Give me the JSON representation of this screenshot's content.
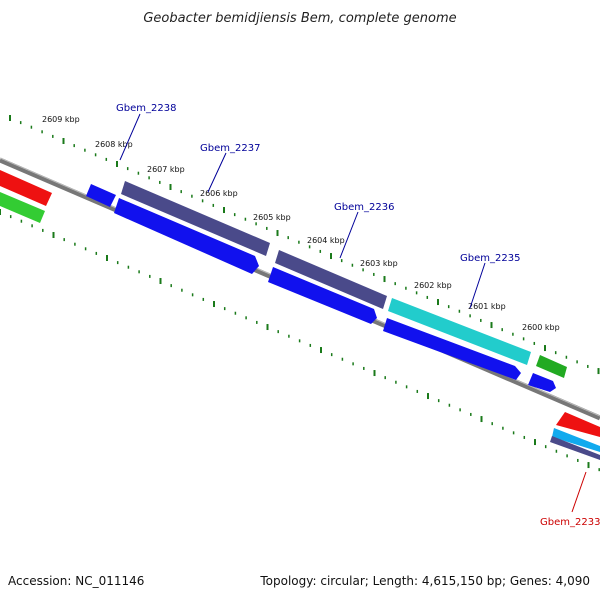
{
  "title": "Geobacter bemidjiensis Bem, complete genome",
  "accession": "Accession: NC_011146",
  "topology": "Topology: circular; Length: 4,615,150 bp; Genes: 4,090",
  "colors": {
    "backbone": "#777777",
    "tick": "#1a7a1a",
    "label_blue": "#000099",
    "label_red": "#cc0000"
  },
  "kbp_labels": [
    "2609 kbp",
    "2608 kbp",
    "2607 kbp",
    "2606 kbp",
    "2605 kbp",
    "2604 kbp",
    "2603 kbp",
    "2602 kbp",
    "2601 kbp",
    "2600 kbp"
  ],
  "gene_labels": [
    {
      "name": "Gbem_2238",
      "color": "#000099"
    },
    {
      "name": "Gbem_2237",
      "color": "#000099"
    },
    {
      "name": "Gbem_2236",
      "color": "#000099"
    },
    {
      "name": "Gbem_2235",
      "color": "#000099"
    },
    {
      "name": "Gbem_2233",
      "color": "#cc0000"
    }
  ]
}
